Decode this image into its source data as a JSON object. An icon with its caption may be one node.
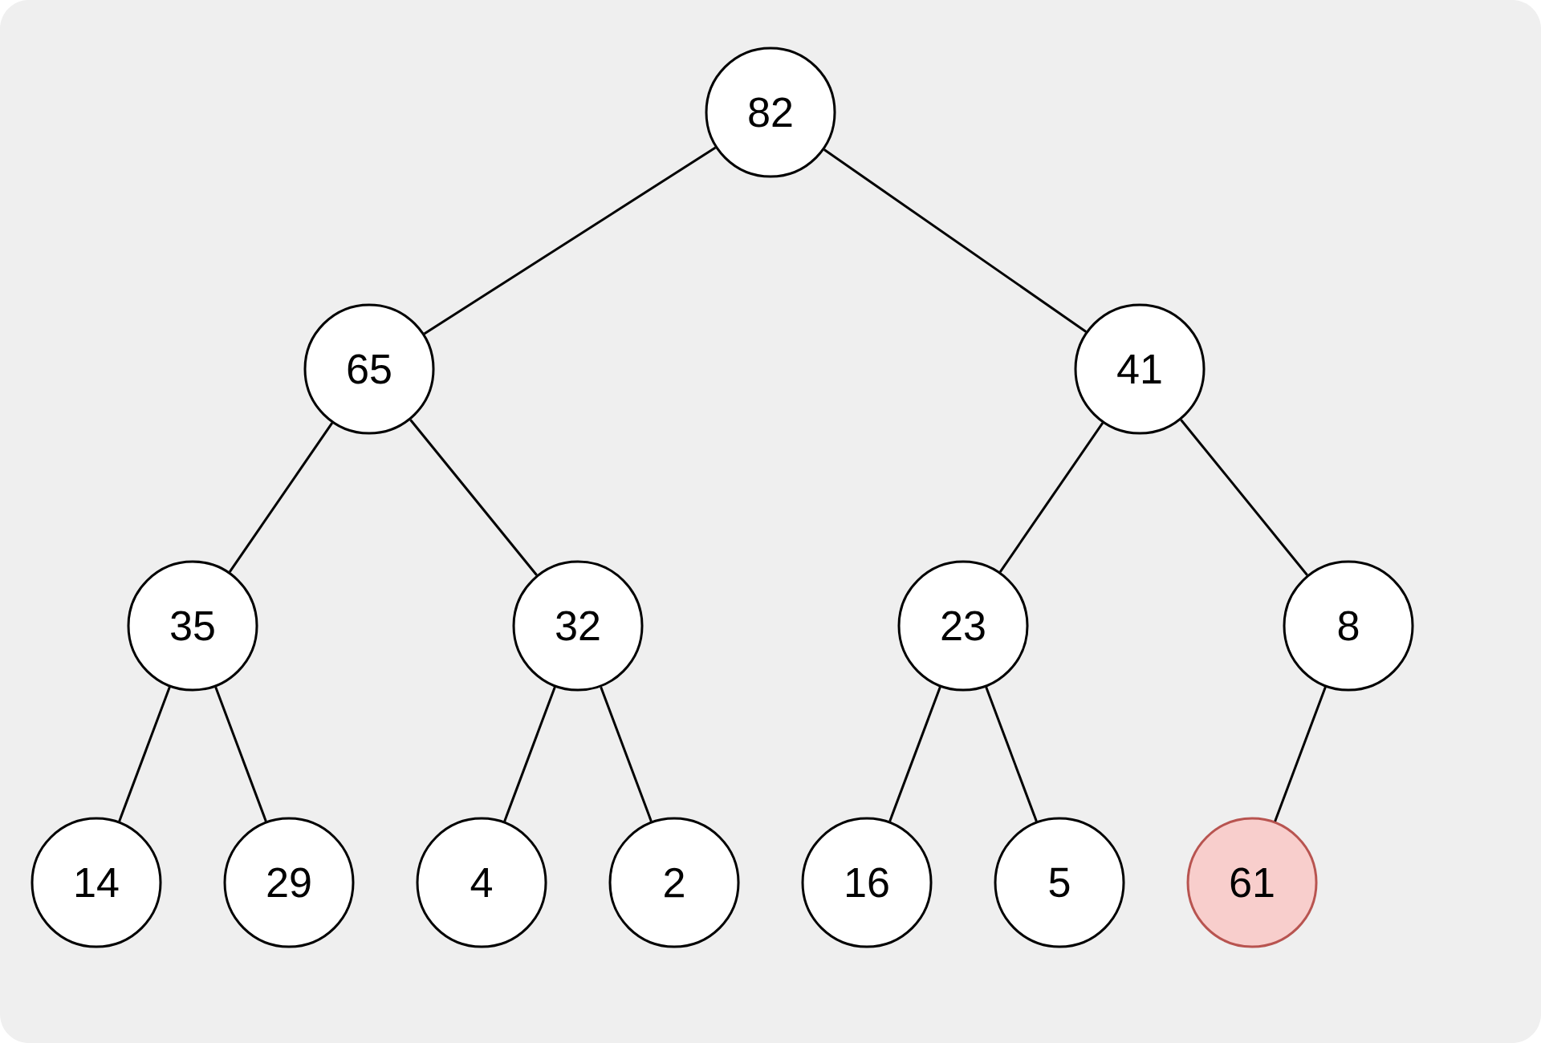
{
  "diagram": {
    "nodes": [
      {
        "text": [
          "82"
        ]
      },
      {
        "text": [
          "65"
        ]
      },
      {
        "text": [
          "41"
        ]
      },
      {
        "text": [
          "35"
        ]
      },
      {
        "text": [
          "32"
        ]
      },
      {
        "text": [
          "23"
        ]
      },
      {
        "text": [
          "8"
        ]
      },
      {
        "text": [
          "14"
        ]
      },
      {
        "text": [
          "29"
        ]
      },
      {
        "text": [
          "4"
        ]
      },
      {
        "text": [
          "2"
        ]
      },
      {
        "text": [
          "16"
        ]
      },
      {
        "text": [
          "5"
        ]
      },
      {
        "text": [
          "61"
        ]
      }
    ],
    "edges": [
      {
        "from": 0,
        "to": 1,
        "arrow": "none"
      },
      {
        "from": 0,
        "to": 2,
        "arrow": "none"
      },
      {
        "from": 1,
        "to": 3,
        "arrow": "none"
      },
      {
        "from": 1,
        "to": 4,
        "arrow": "none"
      },
      {
        "from": 2,
        "to": 5,
        "arrow": "none"
      },
      {
        "from": 2,
        "to": 6,
        "arrow": "none"
      },
      {
        "from": 3,
        "to": 7,
        "arrow": "none"
      },
      {
        "from": 3,
        "to": 8,
        "arrow": "none"
      },
      {
        "from": 4,
        "to": 9,
        "arrow": "none"
      },
      {
        "from": 4,
        "to": 10,
        "arrow": "none"
      },
      {
        "from": 5,
        "to": 11,
        "arrow": "none"
      },
      {
        "from": 5,
        "to": 12,
        "arrow": "none"
      },
      {
        "from": 6,
        "to": 13,
        "arrow": "none"
      }
    ]
  }
}
